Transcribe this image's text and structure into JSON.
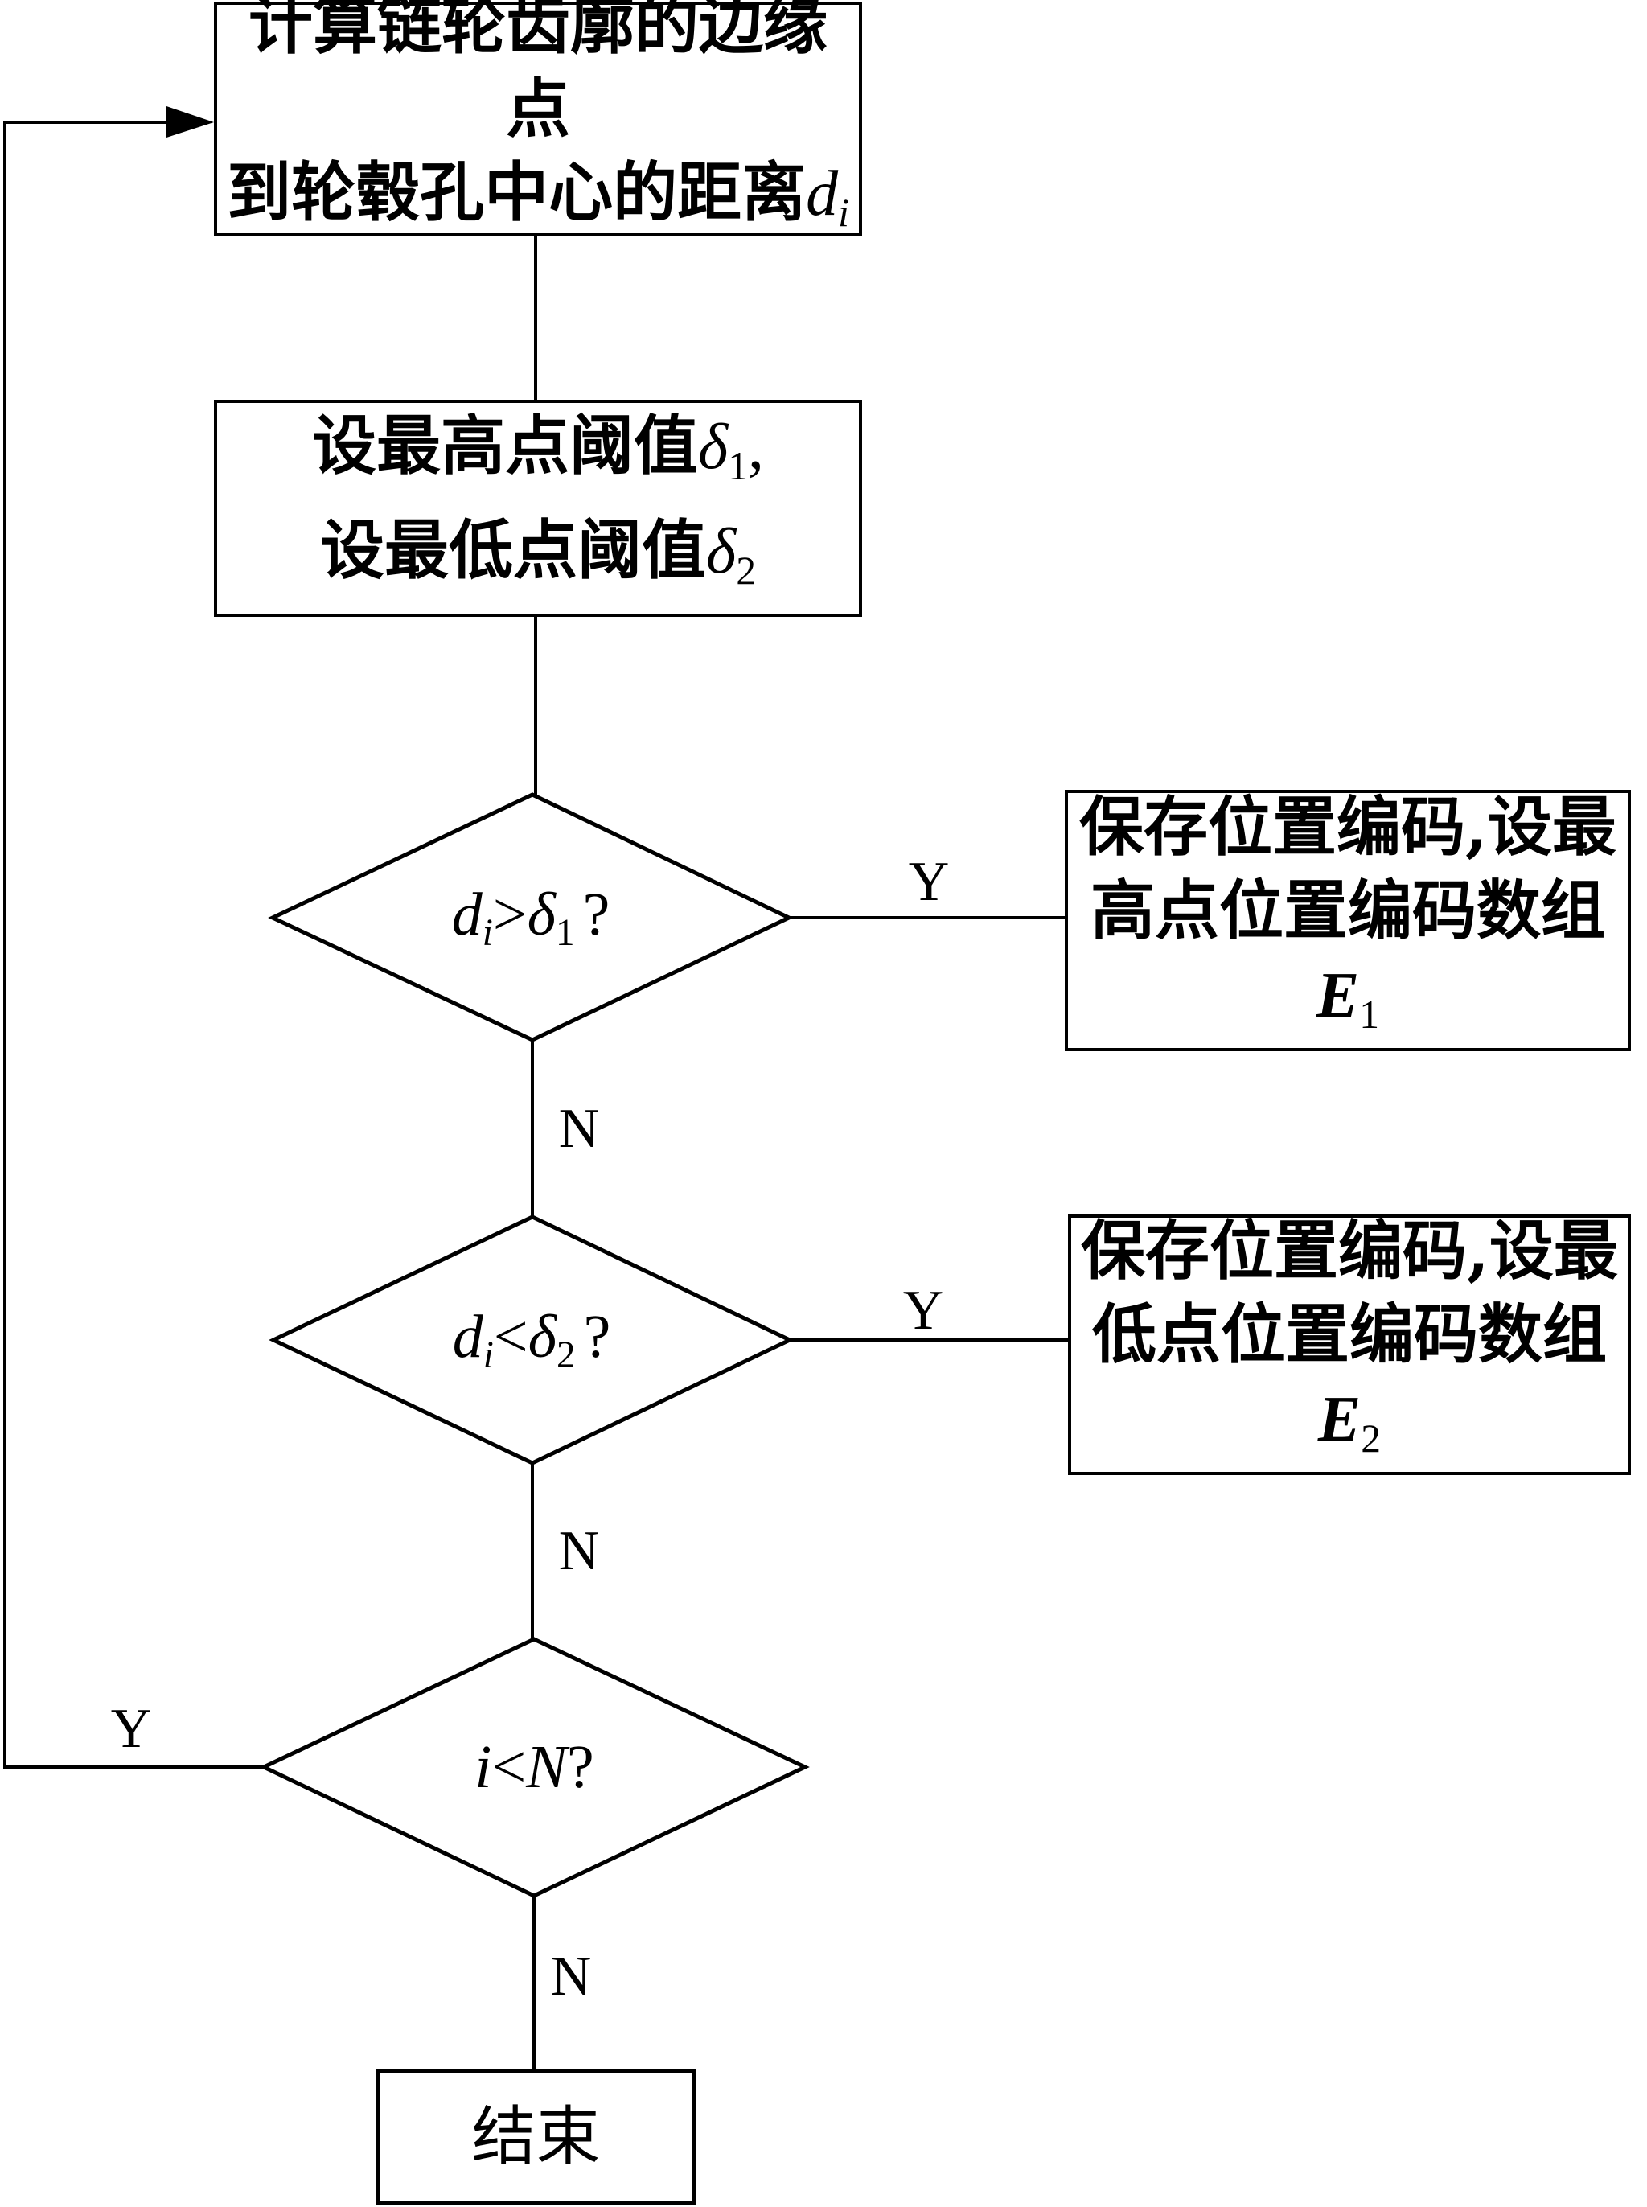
{
  "flowchart": {
    "nodes": {
      "compute": {
        "line1": "计算链轮齿廓的边缘点",
        "line2": "到轮毂孔中心的距离",
        "var": "d",
        "var_sub": "i"
      },
      "thresholds": {
        "line1": "设最高点阈值",
        "line1_var": "δ",
        "line1_sub": "1",
        "line1_tail": ",",
        "line2": "设最低点阈值",
        "line2_var": "δ",
        "line2_sub": "2"
      },
      "decision_high": {
        "var": "d",
        "var_sub": "i",
        "op": ">",
        "thr": "δ",
        "thr_sub": "1",
        "q": "?"
      },
      "save_high": {
        "line1": "保存位置编码,设最",
        "line2": "高点位置编码数组",
        "var": "E",
        "var_sub": "1"
      },
      "decision_low": {
        "var": "d",
        "var_sub": "i",
        "op": "<",
        "thr": "δ",
        "thr_sub": "2",
        "q": "?"
      },
      "save_low": {
        "line1": "保存位置编码,设最",
        "line2": "低点位置编码数组",
        "var": "E",
        "var_sub": "2"
      },
      "decision_loop": {
        "var": "i",
        "op": "<",
        "limit": "N",
        "q": "?"
      },
      "end": {
        "label": "结束"
      }
    },
    "edge_labels": {
      "high_yes": "Y",
      "high_no": "N",
      "low_yes": "Y",
      "low_no": "N",
      "loop_yes": "Y",
      "loop_no": "N"
    }
  }
}
